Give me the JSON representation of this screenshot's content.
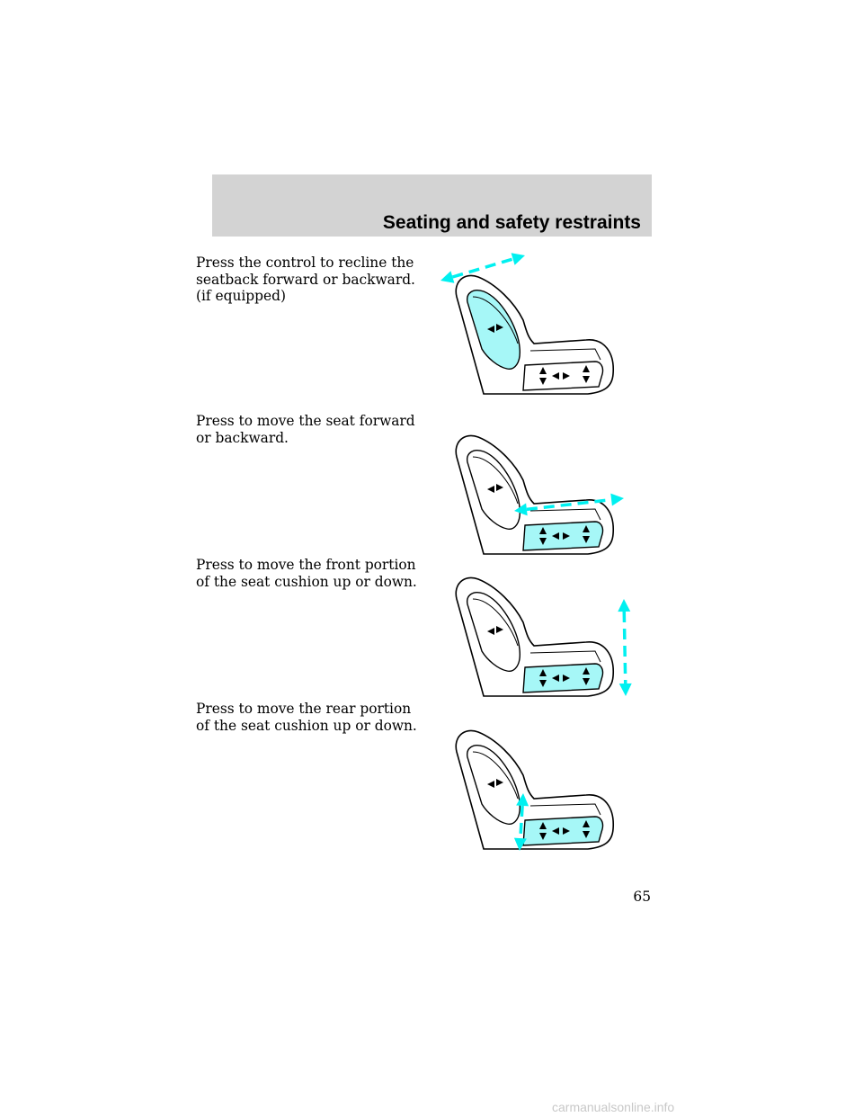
{
  "header": {
    "title": "Seating and safety restraints"
  },
  "sections": [
    {
      "text": "Press the control to recline the seatback forward or backward. (if equipped)",
      "highlight": "seatback",
      "arrow": "recline"
    },
    {
      "text": "Press to move the seat forward or backward.",
      "highlight": "cushion",
      "arrow": "fore-aft"
    },
    {
      "text": "Press to move the front portion of the seat cushion up or down.",
      "highlight": "cushion",
      "arrow": "front-vertical"
    },
    {
      "text": "Press to move the rear portion of the seat cushion up or down.",
      "highlight": "cushion",
      "arrow": "rear-vertical"
    }
  ],
  "page_number": "65",
  "watermark": "carmanualsonline.info",
  "colors": {
    "highlight": "#a6f7f7",
    "arrow": "#00f0f0",
    "header_band": "#d3d3d3"
  }
}
